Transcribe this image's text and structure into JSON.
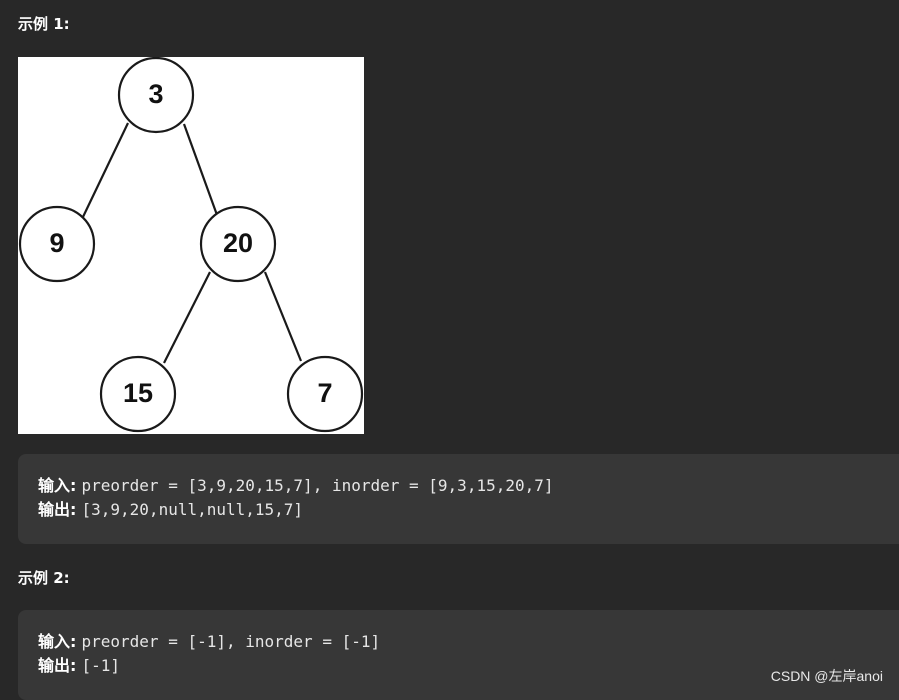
{
  "example1": {
    "heading": "示例 1:",
    "tree": {
      "nodes": [
        "3",
        "9",
        "20",
        "15",
        "7"
      ],
      "edges": [
        [
          "3",
          "9"
        ],
        [
          "3",
          "20"
        ],
        [
          "20",
          "15"
        ],
        [
          "20",
          "7"
        ]
      ]
    },
    "input_label": "输入:",
    "input_value": "preorder = [3,9,20,15,7], inorder = [9,3,15,20,7]",
    "output_label": "输出:",
    "output_value": "[3,9,20,null,null,15,7]"
  },
  "example2": {
    "heading": "示例 2:",
    "input_label": "输入:",
    "input_value": "preorder = [-1], inorder = [-1]",
    "output_label": "输出:",
    "output_value": "[-1]"
  },
  "watermark": "CSDN @左岸anoi",
  "colors": {
    "page_background": "#282828",
    "code_background": "#373737",
    "text": "#eff1f6"
  }
}
